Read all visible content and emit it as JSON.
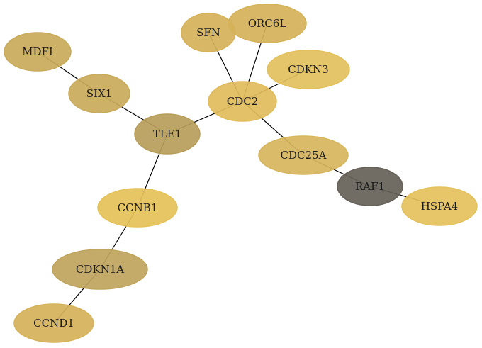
{
  "nodes": [
    {
      "id": "MDFI",
      "label": "MDFI",
      "color": "#c8aa5a"
    },
    {
      "id": "SIX1",
      "label": "SIX1",
      "color": "#c8aa5a"
    },
    {
      "id": "TLE1",
      "label": "TLE1",
      "color": "#b69d5a"
    },
    {
      "id": "CCNB1",
      "label": "CCNB1",
      "color": "#e5c158"
    },
    {
      "id": "CDKN1A",
      "label": "CDKN1A",
      "color": "#bfa45c"
    },
    {
      "id": "CCND1",
      "label": "CCND1",
      "color": "#d5b25a"
    },
    {
      "id": "SFN",
      "label": "SFN",
      "color": "#d5b25a"
    },
    {
      "id": "ORC6L",
      "label": "ORC6L",
      "color": "#d5b25a"
    },
    {
      "id": "CDC2",
      "label": "CDC2",
      "color": "#e0bc5c"
    },
    {
      "id": "CDKN3",
      "label": "CDKN3",
      "color": "#e3c05c"
    },
    {
      "id": "CDC25A",
      "label": "CDC25A",
      "color": "#d6b55c"
    },
    {
      "id": "RAF1",
      "label": "RAF1",
      "color": "#656158"
    },
    {
      "id": "HSPA4",
      "label": "HSPA4",
      "color": "#e4c15c"
    }
  ],
  "edges": [
    [
      "MDFI",
      "SIX1"
    ],
    [
      "SIX1",
      "TLE1"
    ],
    [
      "TLE1",
      "CDC2"
    ],
    [
      "TLE1",
      "CCNB1"
    ],
    [
      "CCNB1",
      "CDKN1A"
    ],
    [
      "CDKN1A",
      "CCND1"
    ],
    [
      "SFN",
      "CDC2"
    ],
    [
      "ORC6L",
      "CDC2"
    ],
    [
      "CDKN3",
      "CDC2"
    ],
    [
      "CDC2",
      "CDC25A"
    ],
    [
      "CDC25A",
      "RAF1"
    ],
    [
      "RAF1",
      "HSPA4"
    ]
  ]
}
